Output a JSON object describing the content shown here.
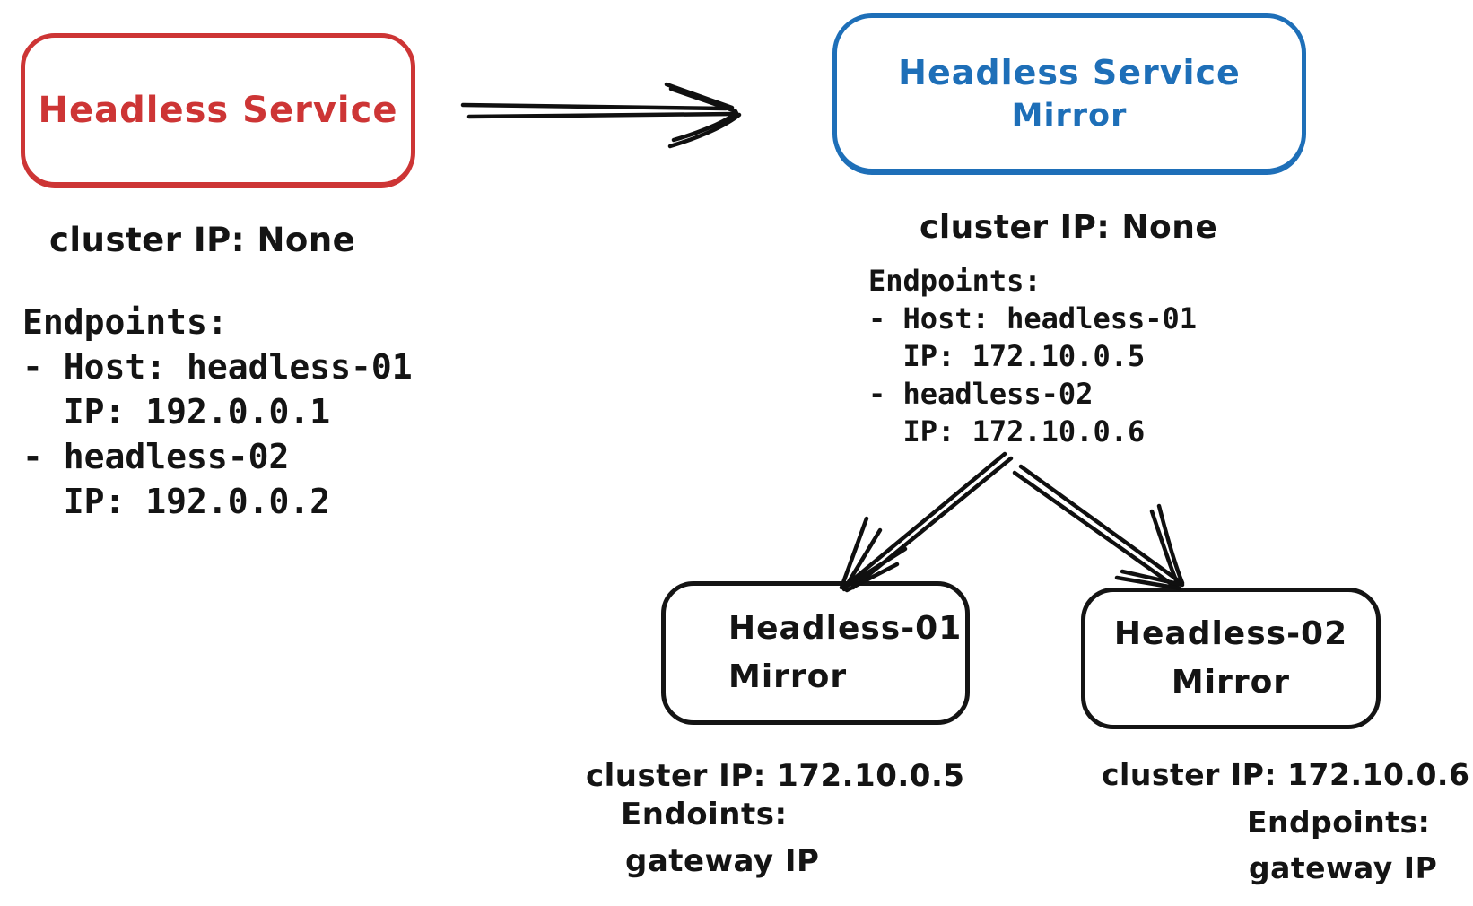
{
  "colors": {
    "red": "#cd3535",
    "blue": "#1e6fb8",
    "ink": "#141414"
  },
  "source_service": {
    "title": "Headless Service",
    "cluster_ip": "cluster IP: None",
    "endpoints": "Endpoints:\n- Host: headless-01\n  IP: 192.0.0.1\n- headless-02\n  IP: 192.0.0.2"
  },
  "mirror_service": {
    "title": "Headless Service",
    "subtitle": "Mirror",
    "cluster_ip": "cluster IP: None",
    "endpoints": "Endpoints:\n- Host: headless-01\n  IP: 172.10.0.5\n- headless-02\n  IP: 172.10.0.6"
  },
  "headless_01_mirror": {
    "title": "Headless-01",
    "subtitle": "Mirror",
    "caption": [
      "cluster IP: 172.10.0.5",
      "Endoints:",
      "gateway IP"
    ]
  },
  "headless_02_mirror": {
    "title": "Headless-02",
    "subtitle": "Mirror",
    "caption": [
      "cluster IP: 172.10.0.6",
      "Endpoints:",
      "gateway IP"
    ]
  }
}
